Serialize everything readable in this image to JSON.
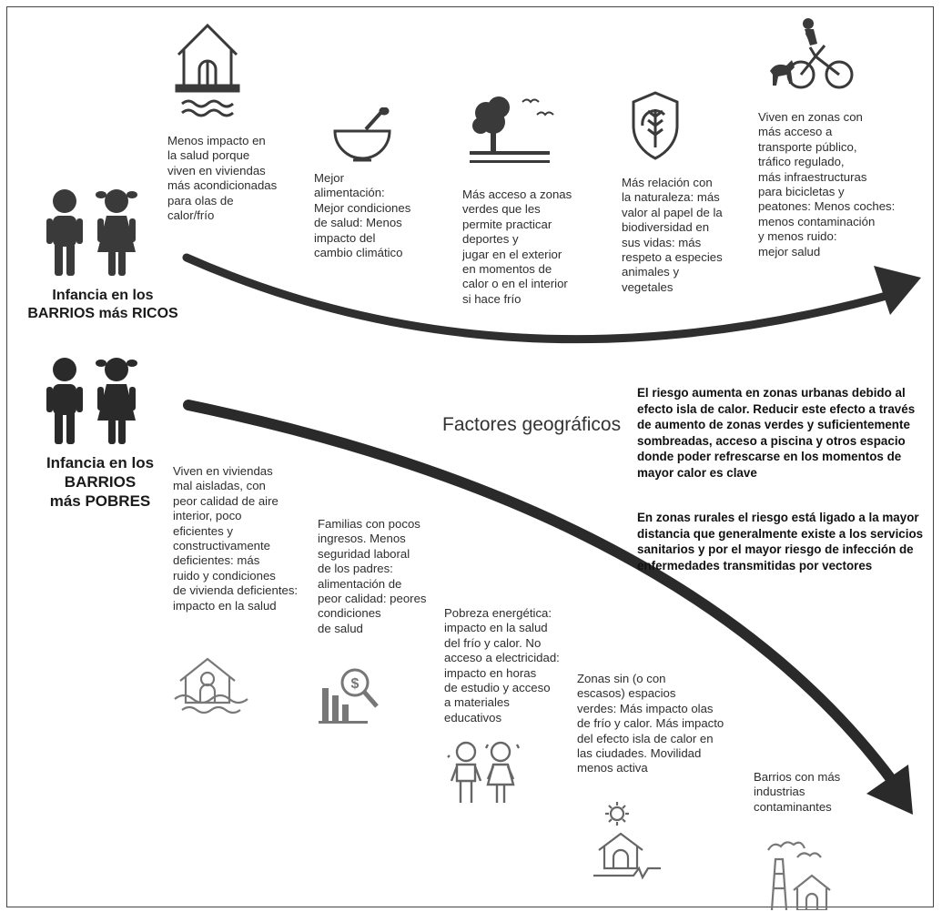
{
  "rich": {
    "label": "Infancia en los\nBARRIOS más RICOS",
    "items": [
      {
        "icon": "house-on-water-icon",
        "text": "Menos impacto en\nla salud porque\nviven en viviendas\nmás acondicionadas\npara olas de\ncalor/frío"
      },
      {
        "icon": "bowl-spoon-icon",
        "text": "Mejor\nalimentación:\nMejor condiciones\nde salud: Menos\nimpacto del\ncambio climático"
      },
      {
        "icon": "tree-birds-icon",
        "text": "Más acceso a zonas\nverdes que les\npermite practicar\ndeportes y\njugar en el exterior\nen momentos de\ncalor o en el interior\nsi hace frío"
      },
      {
        "icon": "wheat-shield-icon",
        "text": "Más relación con\nla naturaleza: más\nvalor al papel de la\nbiodiversidad en\nsus vidas: más\nrespeto a especies\nanimales y\nvegetales"
      },
      {
        "icon": "cyclist-dog-icon",
        "text": "Viven en zonas con\nmás acceso a\ntransporte público,\ntráfico regulado,\nmás infraestructuras\npara bicicletas y\npeatones: Menos coches:\nmenos contaminación\ny menos ruido:\nmejor salud"
      }
    ]
  },
  "poor": {
    "label": "Infancia en los\nBARRIOS\nmás POBRES",
    "items": [
      {
        "icon": "flooded-house-icon",
        "text": "Viven en viviendas\nmal aisladas, con\npeor calidad de aire\ninterior, poco\neficientes y\nconstructivamente\ndeficientes: más\nruido y condiciones\nde vivienda deficientes:\nimpacto en la salud"
      },
      {
        "icon": "money-chart-icon",
        "text": "Familias con pocos\ningresos. Menos\nseguridad laboral\nde los padres:\nalimentación de\npeor calidad: peores\ncondiciones\nde salud"
      },
      {
        "icon": "sweating-children-icon",
        "text": "Pobreza energética:\nimpacto en la salud\ndel frío y calor. No\nacceso a electricidad:\nimpacto en horas\nde estudio y acceso\na materiales\neducativos"
      },
      {
        "icon": "sun-dry-house-icon",
        "text": "Zonas sin (o con\nescasos) espacios\nverdes: Más impacto olas\nde frío y calor. Más impacto\ndel efecto isla de calor en\nlas ciudades. Movilidad\n menos activa"
      },
      {
        "icon": "factory-house-icon",
        "text": "Barrios con más\nindustrias\ncontaminantes"
      }
    ]
  },
  "center_title": "Factores geográficos",
  "notes": [
    "El riesgo aumenta en zonas urbanas debido al\nefecto isla de calor. Reducir este efecto a través\nde aumento de zonas verdes y suficientemente\nsombreadas, acceso a piscina y otros espacio\ndonde poder refrescarse en los momentos de\nmayor calor es clave",
    "En zonas rurales el riesgo está ligado a la mayor\ndistancia que generalmente existe a los servicios\nsanitarios y por el mayor riesgo de infección de\nenfermedades transmitidas por vectores"
  ],
  "colors": {
    "arrow": "#2e2e2e",
    "icon": "#3a3a3a",
    "text": "#2d2d2d"
  }
}
